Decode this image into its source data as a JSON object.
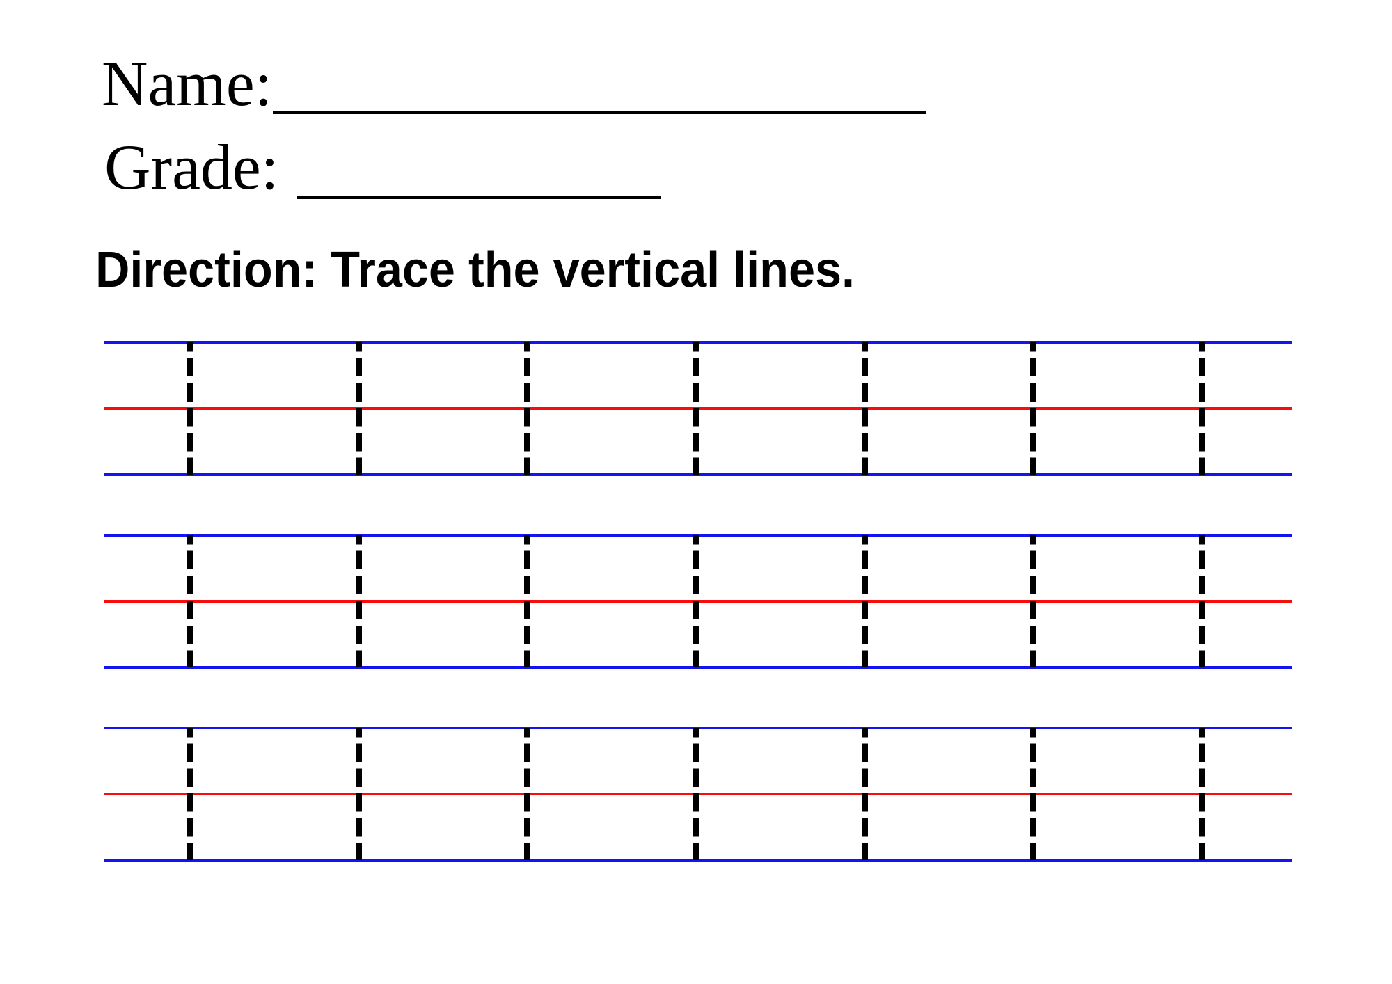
{
  "page": {
    "name_label": "Name:",
    "grade_label": "Grade:",
    "direction_text": "Direction: Trace the vertical lines."
  },
  "colors": {
    "guide_line_blue": "#1414f0",
    "guide_line_red": "#f80c0c",
    "trace_dash_black": "#000000",
    "background": "#ffffff"
  },
  "worksheet": {
    "practice_rows": 3,
    "trace_lines_per_row": 7
  }
}
